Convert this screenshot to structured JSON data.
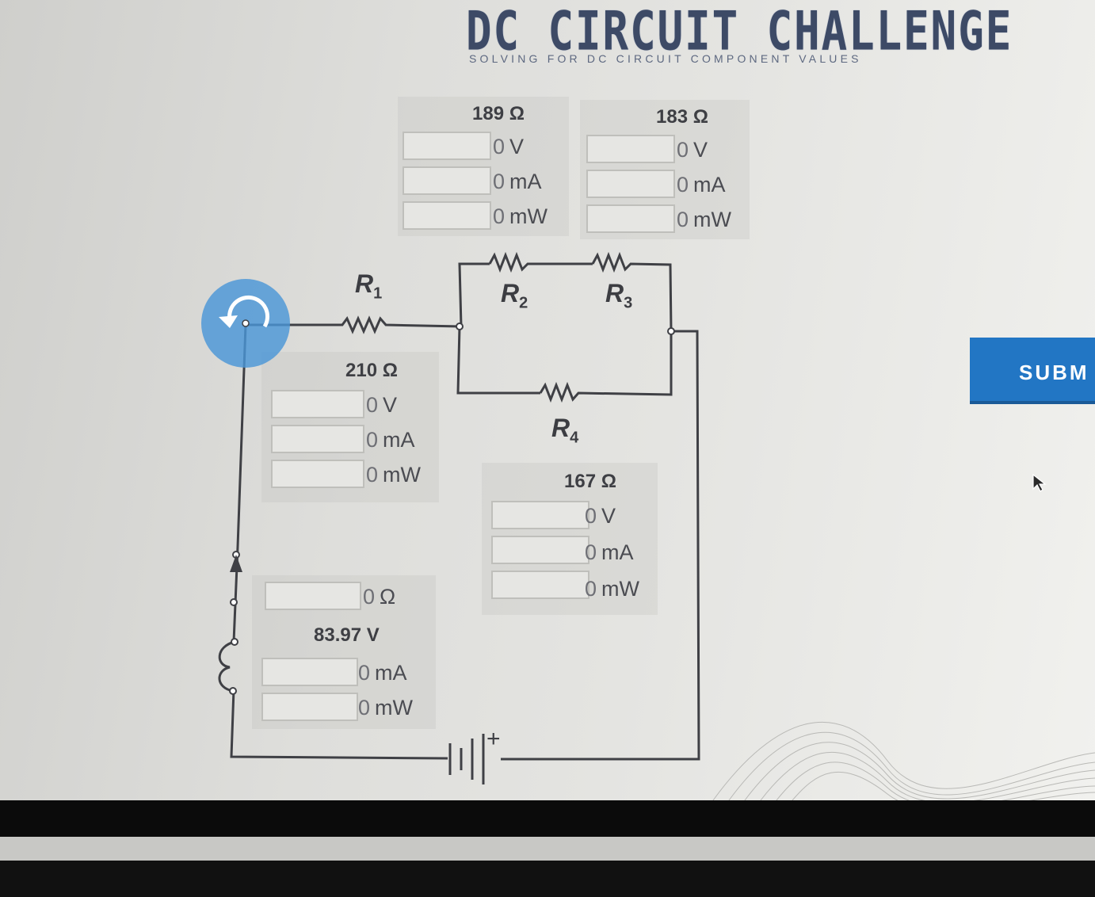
{
  "header": {
    "title": "DC CIRCUIT CHALLENGE",
    "subtitle": "SOLVING FOR DC CIRCUIT COMPONENT VALUES"
  },
  "components": {
    "r1": {
      "label": "R",
      "sub": "1",
      "resistance": "210 Ω",
      "voltage": "0",
      "voltage_unit": "V",
      "current": "0",
      "current_unit": "mA",
      "power": "0",
      "power_unit": "mW"
    },
    "r2": {
      "label": "R",
      "sub": "2",
      "resistance": "189 Ω",
      "voltage": "0",
      "voltage_unit": "V",
      "current": "0",
      "current_unit": "mA",
      "power": "0",
      "power_unit": "mW"
    },
    "r3": {
      "label": "R",
      "sub": "3",
      "resistance": "183 Ω",
      "voltage": "0",
      "voltage_unit": "V",
      "current": "0",
      "current_unit": "mA",
      "power": "0",
      "power_unit": "mW"
    },
    "r4": {
      "label": "R",
      "sub": "4",
      "resistance": "167 Ω",
      "voltage": "0",
      "voltage_unit": "V",
      "current": "0",
      "current_unit": "mA",
      "power": "0",
      "power_unit": "mW"
    },
    "source": {
      "resistance": "0",
      "resistance_unit": "Ω",
      "voltage": "83.97 V",
      "current": "0",
      "current_unit": "mA",
      "power": "0",
      "power_unit": "mW"
    }
  },
  "battery": {
    "plus_sign": "+"
  },
  "submit_button": {
    "label": "SUBM"
  },
  "colors": {
    "accent": "#2276c4",
    "rotate_control": "#4b96d7",
    "wire": "#3f4045",
    "title": "#3d4a66"
  },
  "icons": {
    "rotate": "rotate-icon",
    "cursor": "mouse-pointer-icon"
  }
}
